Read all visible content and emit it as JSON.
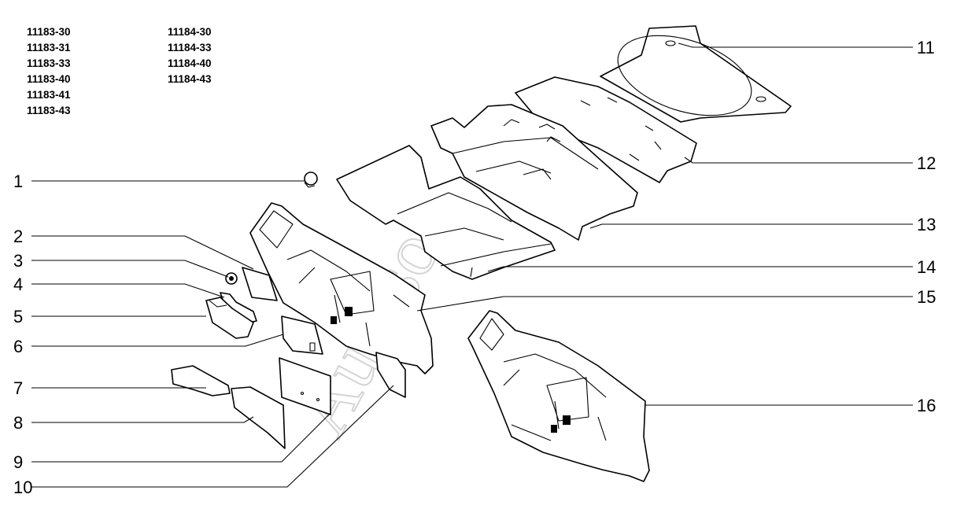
{
  "model_codes": {
    "column_1": [
      "11183-30",
      "11183-31",
      "11183-33",
      "11183-40",
      "11183-41",
      "11183-43"
    ],
    "column_2": [
      "11184-30",
      "11184-33",
      "11184-40",
      "11184-43"
    ]
  },
  "callouts": {
    "c1": "1",
    "c2": "2",
    "c3": "3",
    "c4": "4",
    "c5": "5",
    "c6": "6",
    "c7": "7",
    "c8": "8",
    "c9": "9",
    "c10": "10",
    "c11": "11",
    "c12": "12",
    "c13": "13",
    "c14": "14",
    "c15": "15",
    "c16": "16"
  },
  "watermark": "Autosoft"
}
